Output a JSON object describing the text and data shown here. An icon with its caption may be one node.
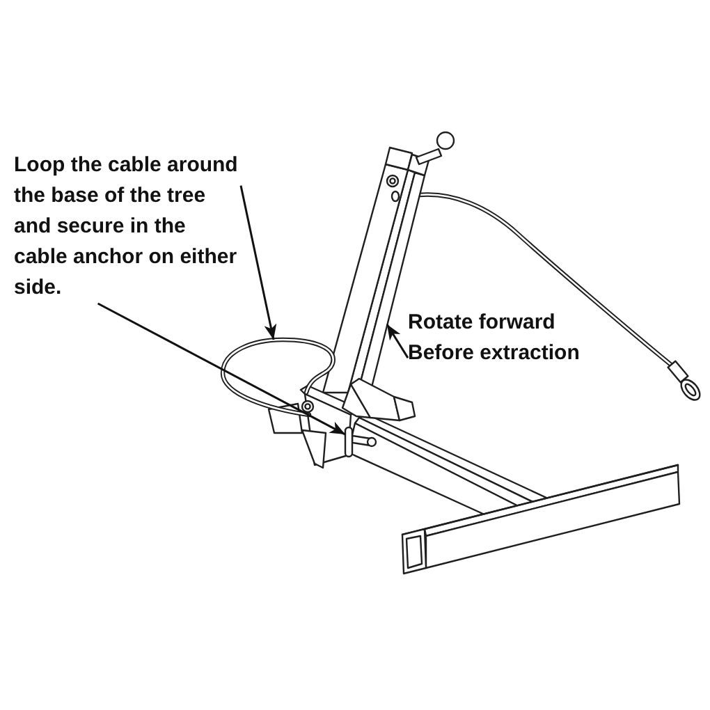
{
  "diagram": {
    "nodes": [
      {
        "text": [
          "Loop the cable around the base of the tree and secure in the cable anchor on either side."
        ]
      },
      {
        "text": [],
        "shape": "picture"
      },
      {
        "text": [],
        "shape": "picture"
      },
      {
        "text": [
          "Rotate forward Before extraction"
        ]
      }
    ],
    "edges": [
      {
        "from": 0,
        "to": 1,
        "arrow": "to"
      },
      {
        "from": 0,
        "to": 2,
        "arrow": "to"
      },
      {
        "from": 3,
        "to": null,
        "arrow": "to"
      }
    ]
  }
}
